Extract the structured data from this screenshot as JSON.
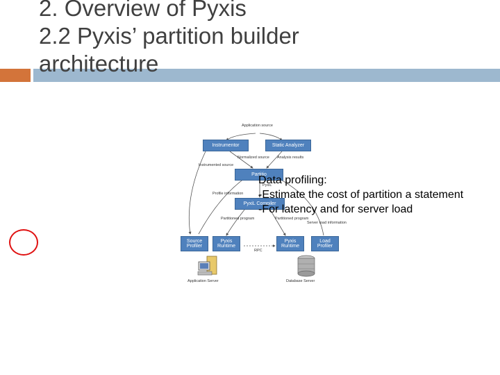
{
  "slide": {
    "title_lines": [
      "2. Overview of Pyxis",
      "2.2 Pyxis’ partition builder",
      "architecture"
    ],
    "note_lines": [
      "Data profiling:",
      "-Estimate the cost of partition a statement",
      "-For latency and for server load"
    ]
  },
  "diagram": {
    "boxes": {
      "instrumentor": "Instrumentor",
      "static_analyzer": "Static Analyzer",
      "partitioner": "Partitio",
      "pyxil_compiler": "PyxiL Compiler",
      "source_profiler": "Source Profiler",
      "pyxis_runtime_left": "Pyxis Runtime",
      "pyxis_runtime_right": "Pyxis Runtime",
      "load_profiler": "Load Profiler"
    },
    "labels": {
      "application_source": "Application source",
      "normalized_source": "Normalized source",
      "analysis_results": "Analysis results",
      "instrumented_source": "Instrumented source",
      "profile_information": "Profile information",
      "pyxil": "PyxiL",
      "partitioned_program_left": "Partitioned program",
      "partitioned_program_right": "Partitioned program",
      "server_load_information": "Server load information",
      "rpc": "RPC",
      "application_server": "Application Server",
      "database_server": "Database Server"
    },
    "colors": {
      "box_fill": "#4f81bd",
      "arrow": "#555555",
      "accent_orange": "#d3743a",
      "accent_blue": "#9db8cf",
      "highlight_circle": "#e01010"
    }
  }
}
